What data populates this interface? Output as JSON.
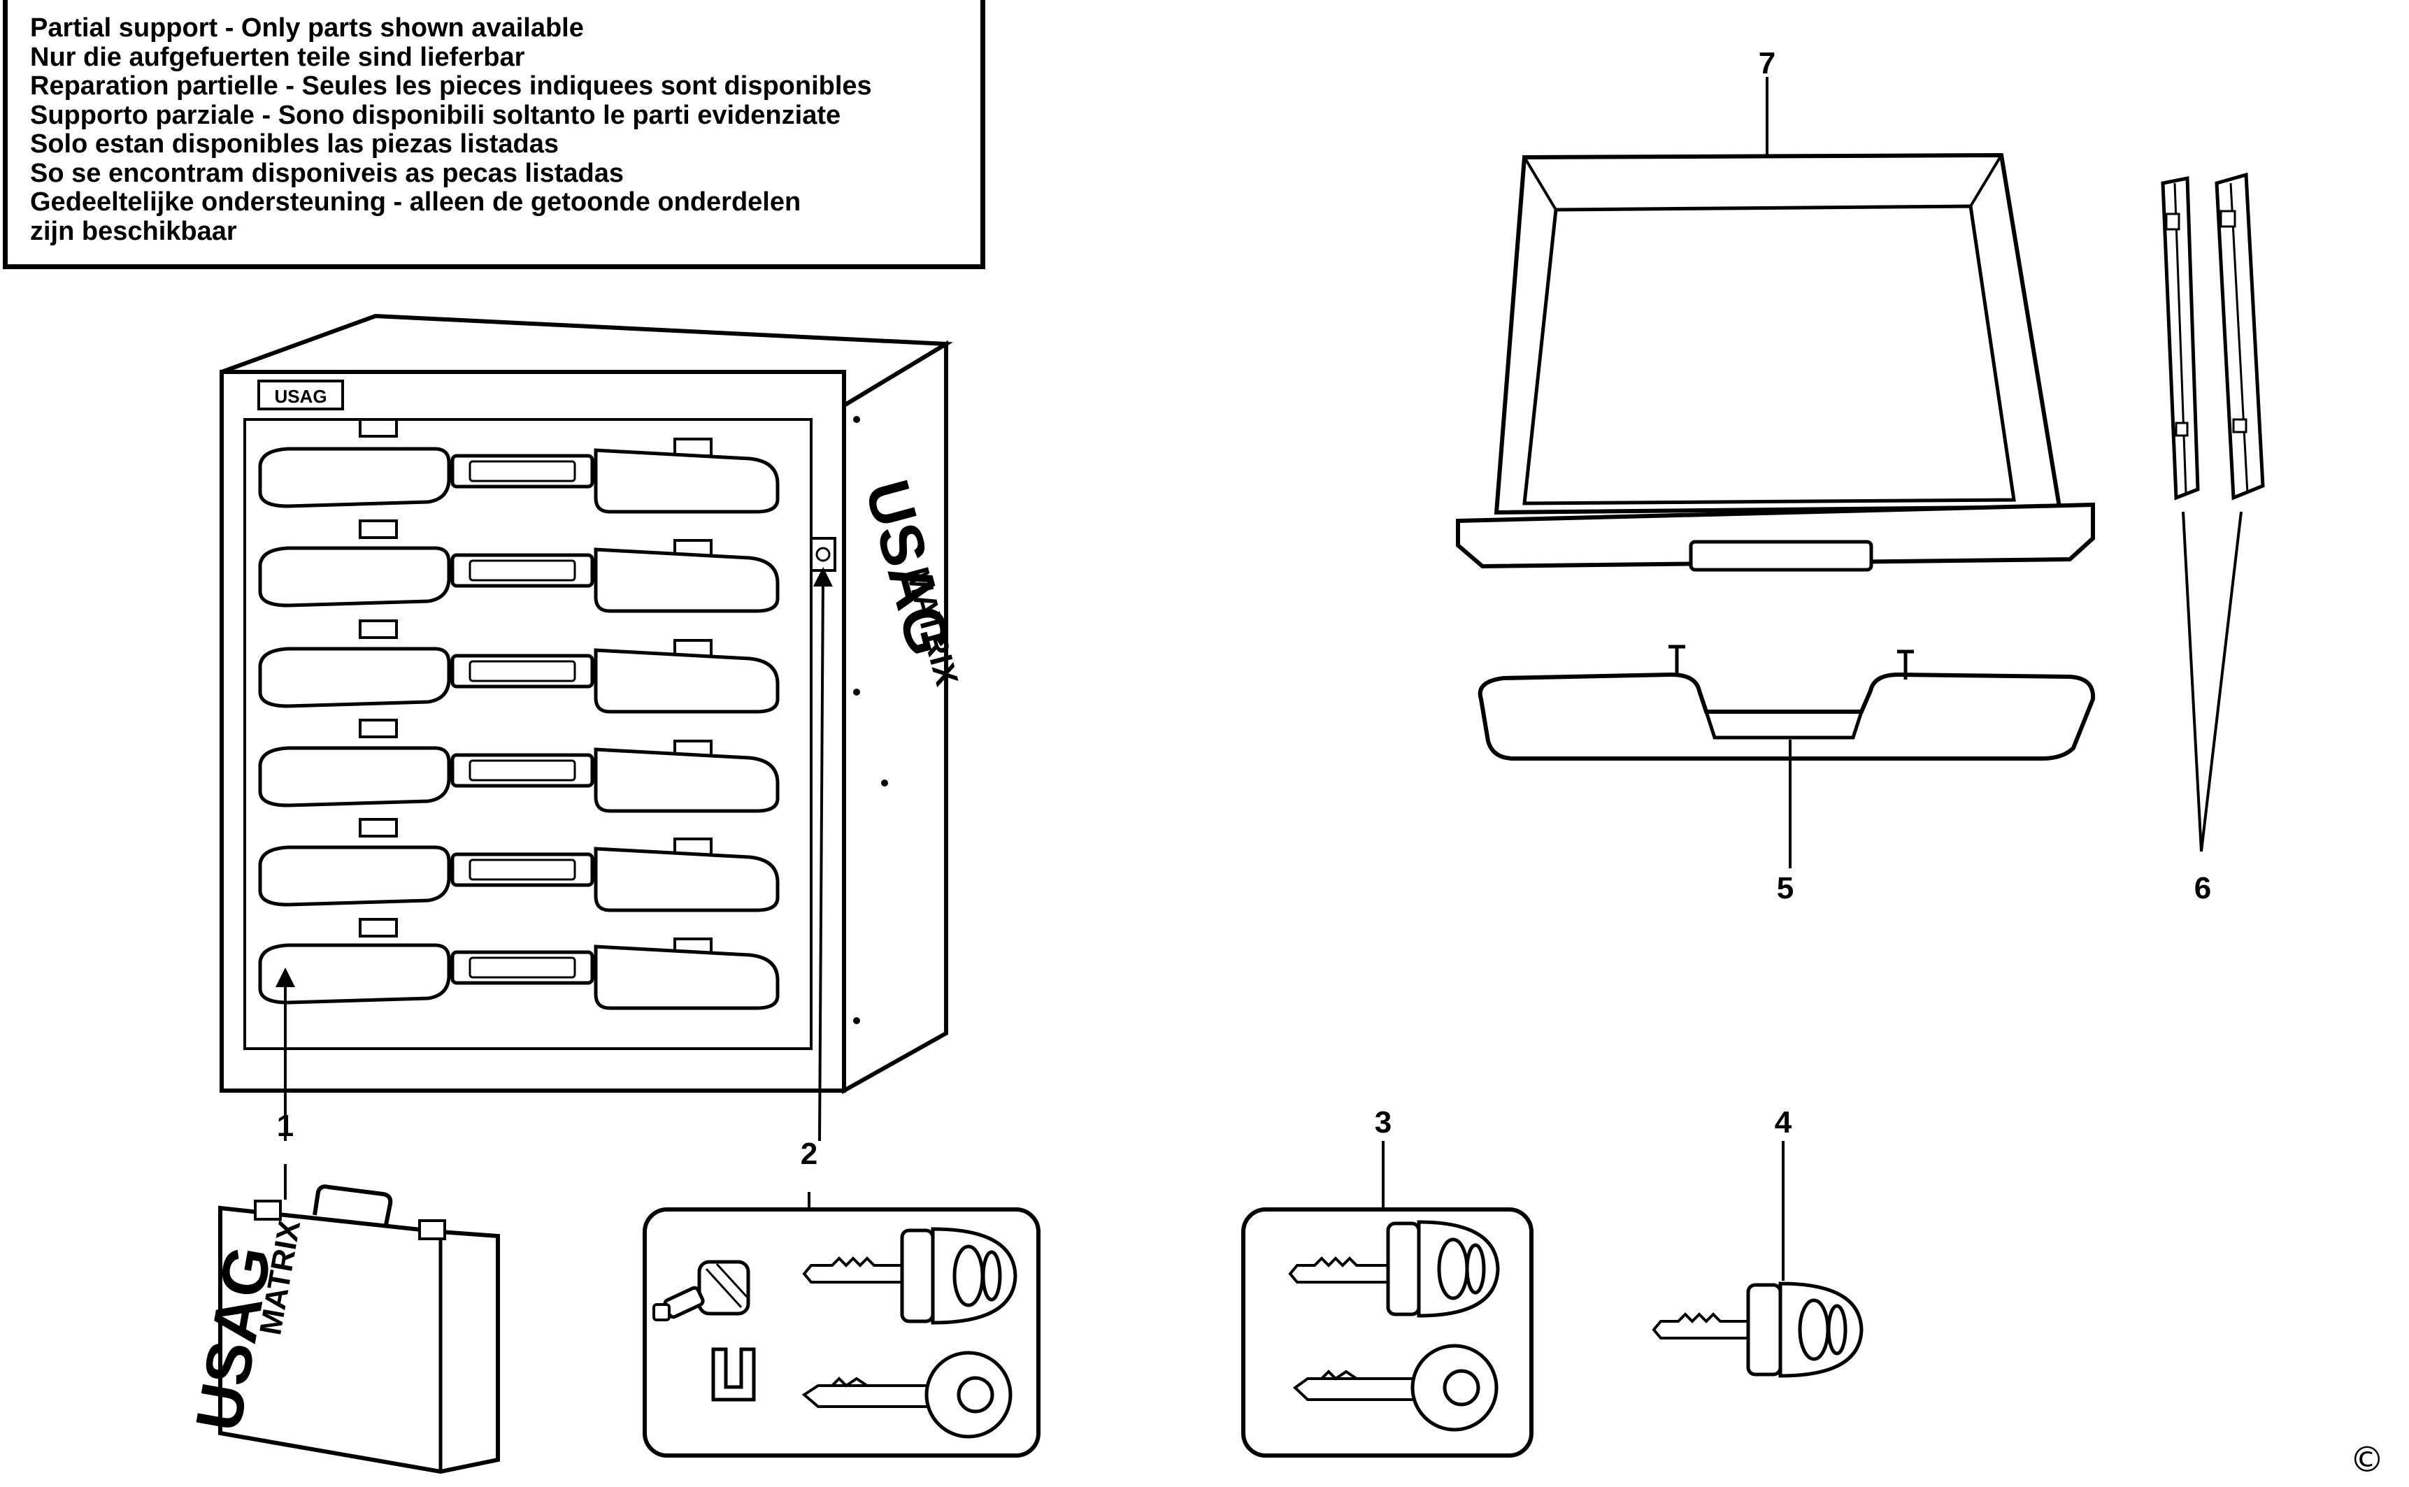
{
  "notice": {
    "lines": [
      "Partial support - Only parts shown available",
      "Nur die aufgefuerten teile sind lieferbar",
      "Reparation partielle - Seules les pieces indiquees sont disponibles",
      "Supporto parziale - Sono disponibili soltanto le parti evidenziate",
      "Solo estan disponibles las piezas listadas",
      "So se encontram disponiveis as pecas listadas",
      "Gedeeltelijke ondersteuning - alleen de getoonde onderdelen",
      "zijn beschikbaar"
    ]
  },
  "callouts": {
    "p1": "1",
    "p2": "2",
    "p3": "3",
    "p4": "4",
    "p5": "5",
    "p6": "6",
    "p7": "7"
  },
  "brand": {
    "logo_text": "USAG",
    "logo_sub": "MATRIX"
  },
  "copyright": "©"
}
